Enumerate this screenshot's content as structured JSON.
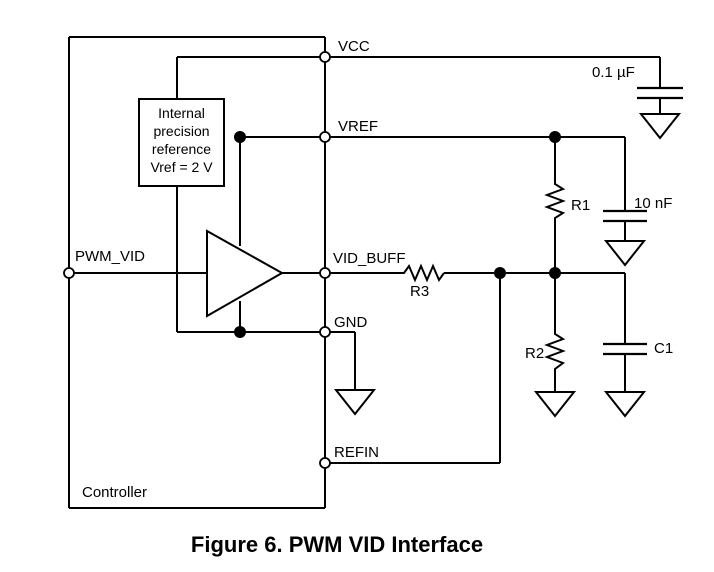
{
  "pins": {
    "vcc": "VCC",
    "vref": "VREF",
    "vid_buff": "VID_BUFF",
    "gnd": "GND",
    "refin": "REFIN",
    "pwm_vid": "PWM_VID"
  },
  "reference_block": {
    "line1": "Internal",
    "line2": "precision",
    "line3": "reference",
    "line4": "Vref = 2 V"
  },
  "components": {
    "r1": "R1",
    "r2": "R2",
    "r3": "R3",
    "c1": "C1",
    "cap_vcc": "0.1 µF",
    "cap_vref": "10 nF"
  },
  "controller_label": "Controller",
  "caption": "Figure 6. PWM VID Interface"
}
